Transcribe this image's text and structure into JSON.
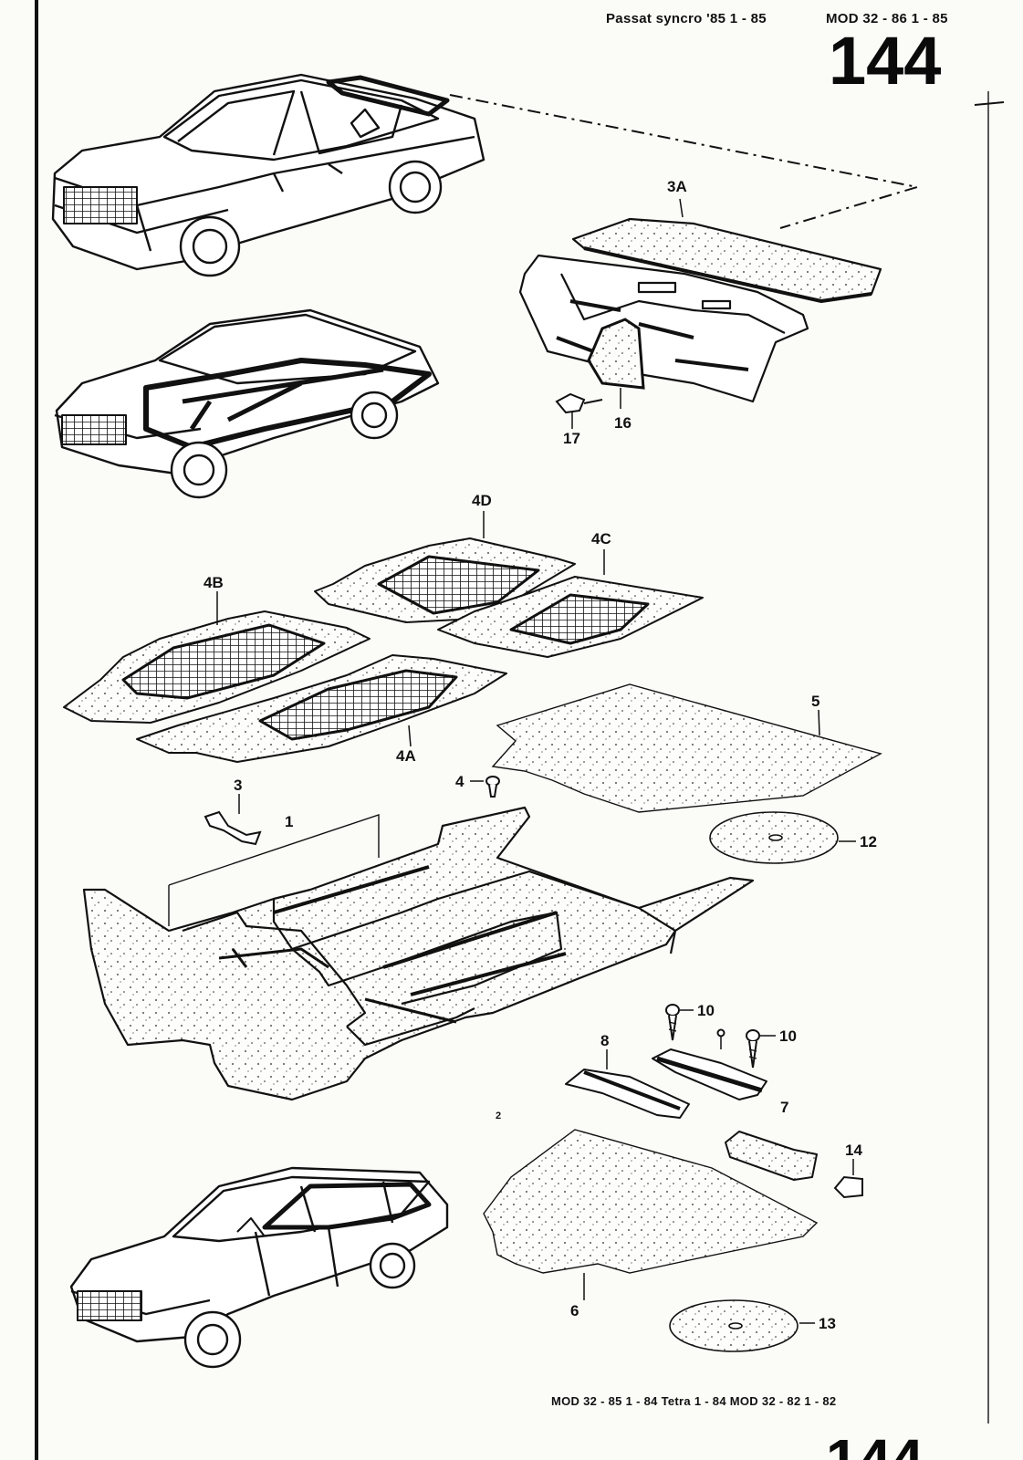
{
  "header": {
    "model_line": "Passat syncro '85   1 - 85",
    "mod_line": "MOD 32 - 86   1 - 85"
  },
  "page_number": "144",
  "page_number_bottom": "144",
  "footer": {
    "text": "MOD 32 - 85   1 - 84   Tetra   1 - 84   MOD 32 - 82   1 - 82"
  },
  "callouts": {
    "c3A": "3A",
    "c16": "16",
    "c17": "17",
    "c4D": "4D",
    "c4C": "4C",
    "c4B": "4B",
    "c4A": "4A",
    "c5": "5",
    "c4": "4",
    "c3": "3",
    "c1": "1",
    "c12": "12",
    "c10a": "10",
    "c10b": "10",
    "c8": "8",
    "c7": "7",
    "c14": "14",
    "c6": "6",
    "c13": "13",
    "c2": "2"
  }
}
